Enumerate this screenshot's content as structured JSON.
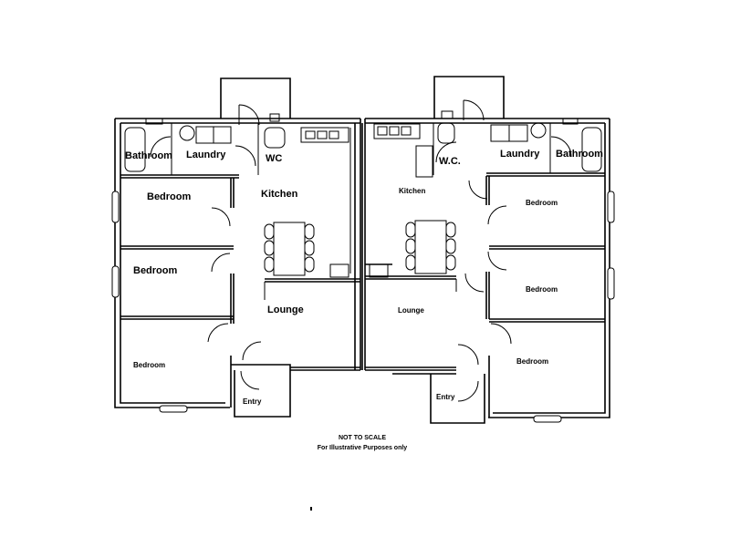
{
  "left_unit": {
    "bathroom": "Bathroom",
    "laundry": "Laundry",
    "wc": "WC",
    "kitchen": "Kitchen",
    "bedroom_1": "Bedroom",
    "bedroom_2": "Bedroom",
    "bedroom_3": "Bedroom",
    "lounge": "Lounge",
    "entry": "Entry"
  },
  "right_unit": {
    "wc": "W.C.",
    "laundry": "Laundry",
    "bathroom": "Bathroom",
    "kitchen": "Kitchen",
    "bedroom_1": "Bedroom",
    "bedroom_2": "Bedroom",
    "bedroom_3": "Bedroom",
    "lounge": "Lounge",
    "entry": "Entry"
  },
  "notes": {
    "scale": "NOT TO SCALE",
    "disclaimer": "For Illustrative Purposes only"
  }
}
